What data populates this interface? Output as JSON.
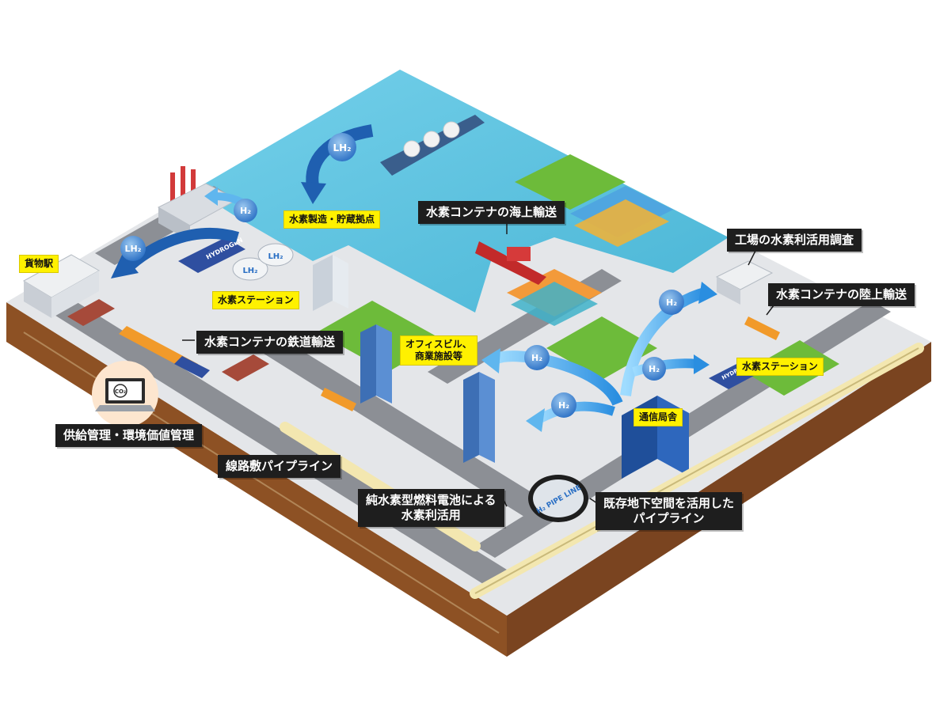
{
  "labels": {
    "marine_transport": "水素コンテナの海上輸送",
    "factory_survey": "工場の水素利活用調査",
    "land_transport": "水素コンテナの陸上輸送",
    "rail_transport": "水素コンテナの鉄道輸送",
    "supply_management": "供給管理・環境価値管理",
    "railway_pipeline": "線路敷パイプライン",
    "fuel_cell_line1": "純水素型燃料電池による",
    "fuel_cell_line2": "水素利活用",
    "underground_pipeline_line1": "既存地下空間を活用した",
    "underground_pipeline_line2": "パイプライン"
  },
  "tags": {
    "production_base": "水素製造・貯蔵拠点",
    "freight_station": "貨物駅",
    "hydrogen_station_west": "水素ステーション",
    "office_commercial_line1": "オフィスビル、",
    "office_commercial_line2": "商業施設等",
    "telecom_office": "通信局舎",
    "hydrogen_station_east": "水素ステーション"
  },
  "badges": {
    "lh2": "LH₂",
    "h2": "H₂"
  },
  "signs": {
    "pipe_line": "H₂ PIPE LINE",
    "co2": "CO₂",
    "hydrogen_brand": "HYDROGEN"
  },
  "colors": {
    "sea": "#5fc3df",
    "land": "#e4e6e9",
    "soil": "#9a5a2a",
    "road": "#8c8f95",
    "grass": "#6dbb3a",
    "arrow_blue": "#2f8fd8",
    "arrow_dark": "#1f5fb0",
    "label_dark": "#1e1e1e",
    "tag_yellow": "#fff100"
  }
}
